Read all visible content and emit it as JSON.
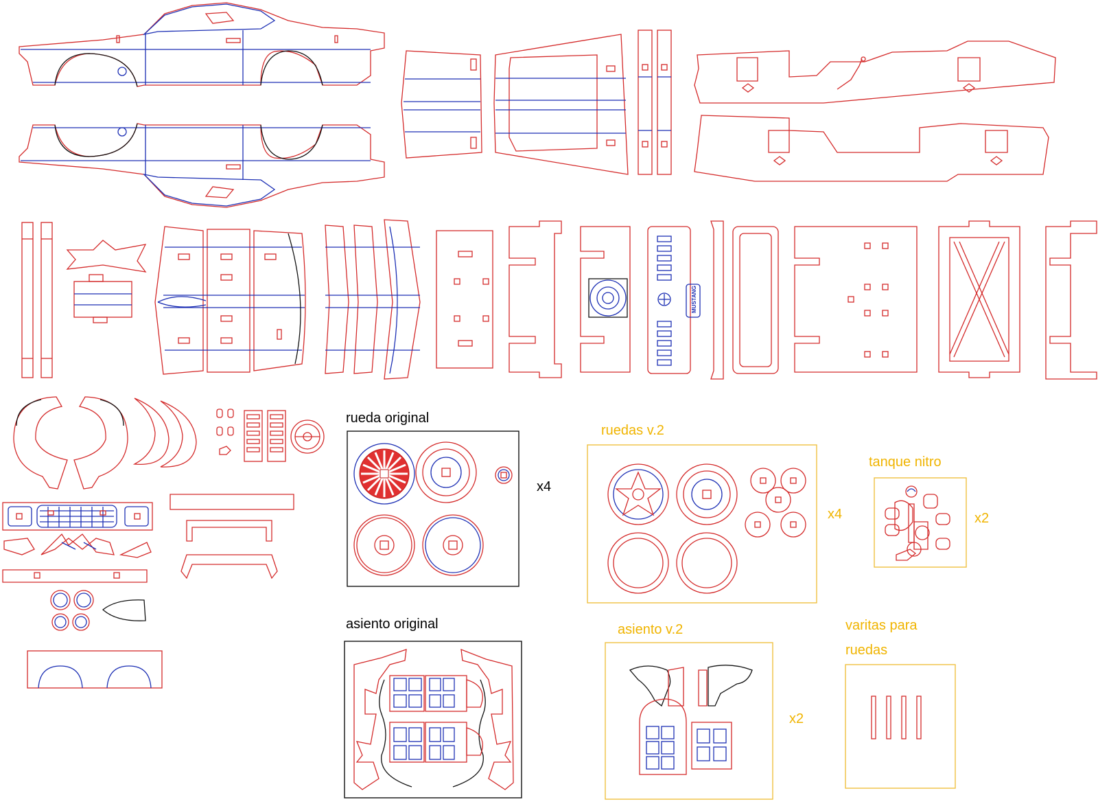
{
  "colors": {
    "cut_red": "#d42a2a",
    "engrave_blue": "#1c2fb4",
    "variant_gold": "#f0b400",
    "original_black": "#111111",
    "background": "#ffffff"
  },
  "labels": {
    "rueda_original": "rueda original",
    "rueda_original_qty": "x4",
    "ruedas_v2": "ruedas v.2",
    "ruedas_v2_qty": "x4",
    "tanque_nitro": "tanque nitro",
    "tanque_nitro_qty": "x2",
    "asiento_original": "asiento original",
    "asiento_v2": "asiento v.2",
    "asiento_v2_qty": "x2",
    "varitas_line1": "varitas para",
    "varitas_line2": "ruedas",
    "mustang_badge": "MUSTANG"
  }
}
